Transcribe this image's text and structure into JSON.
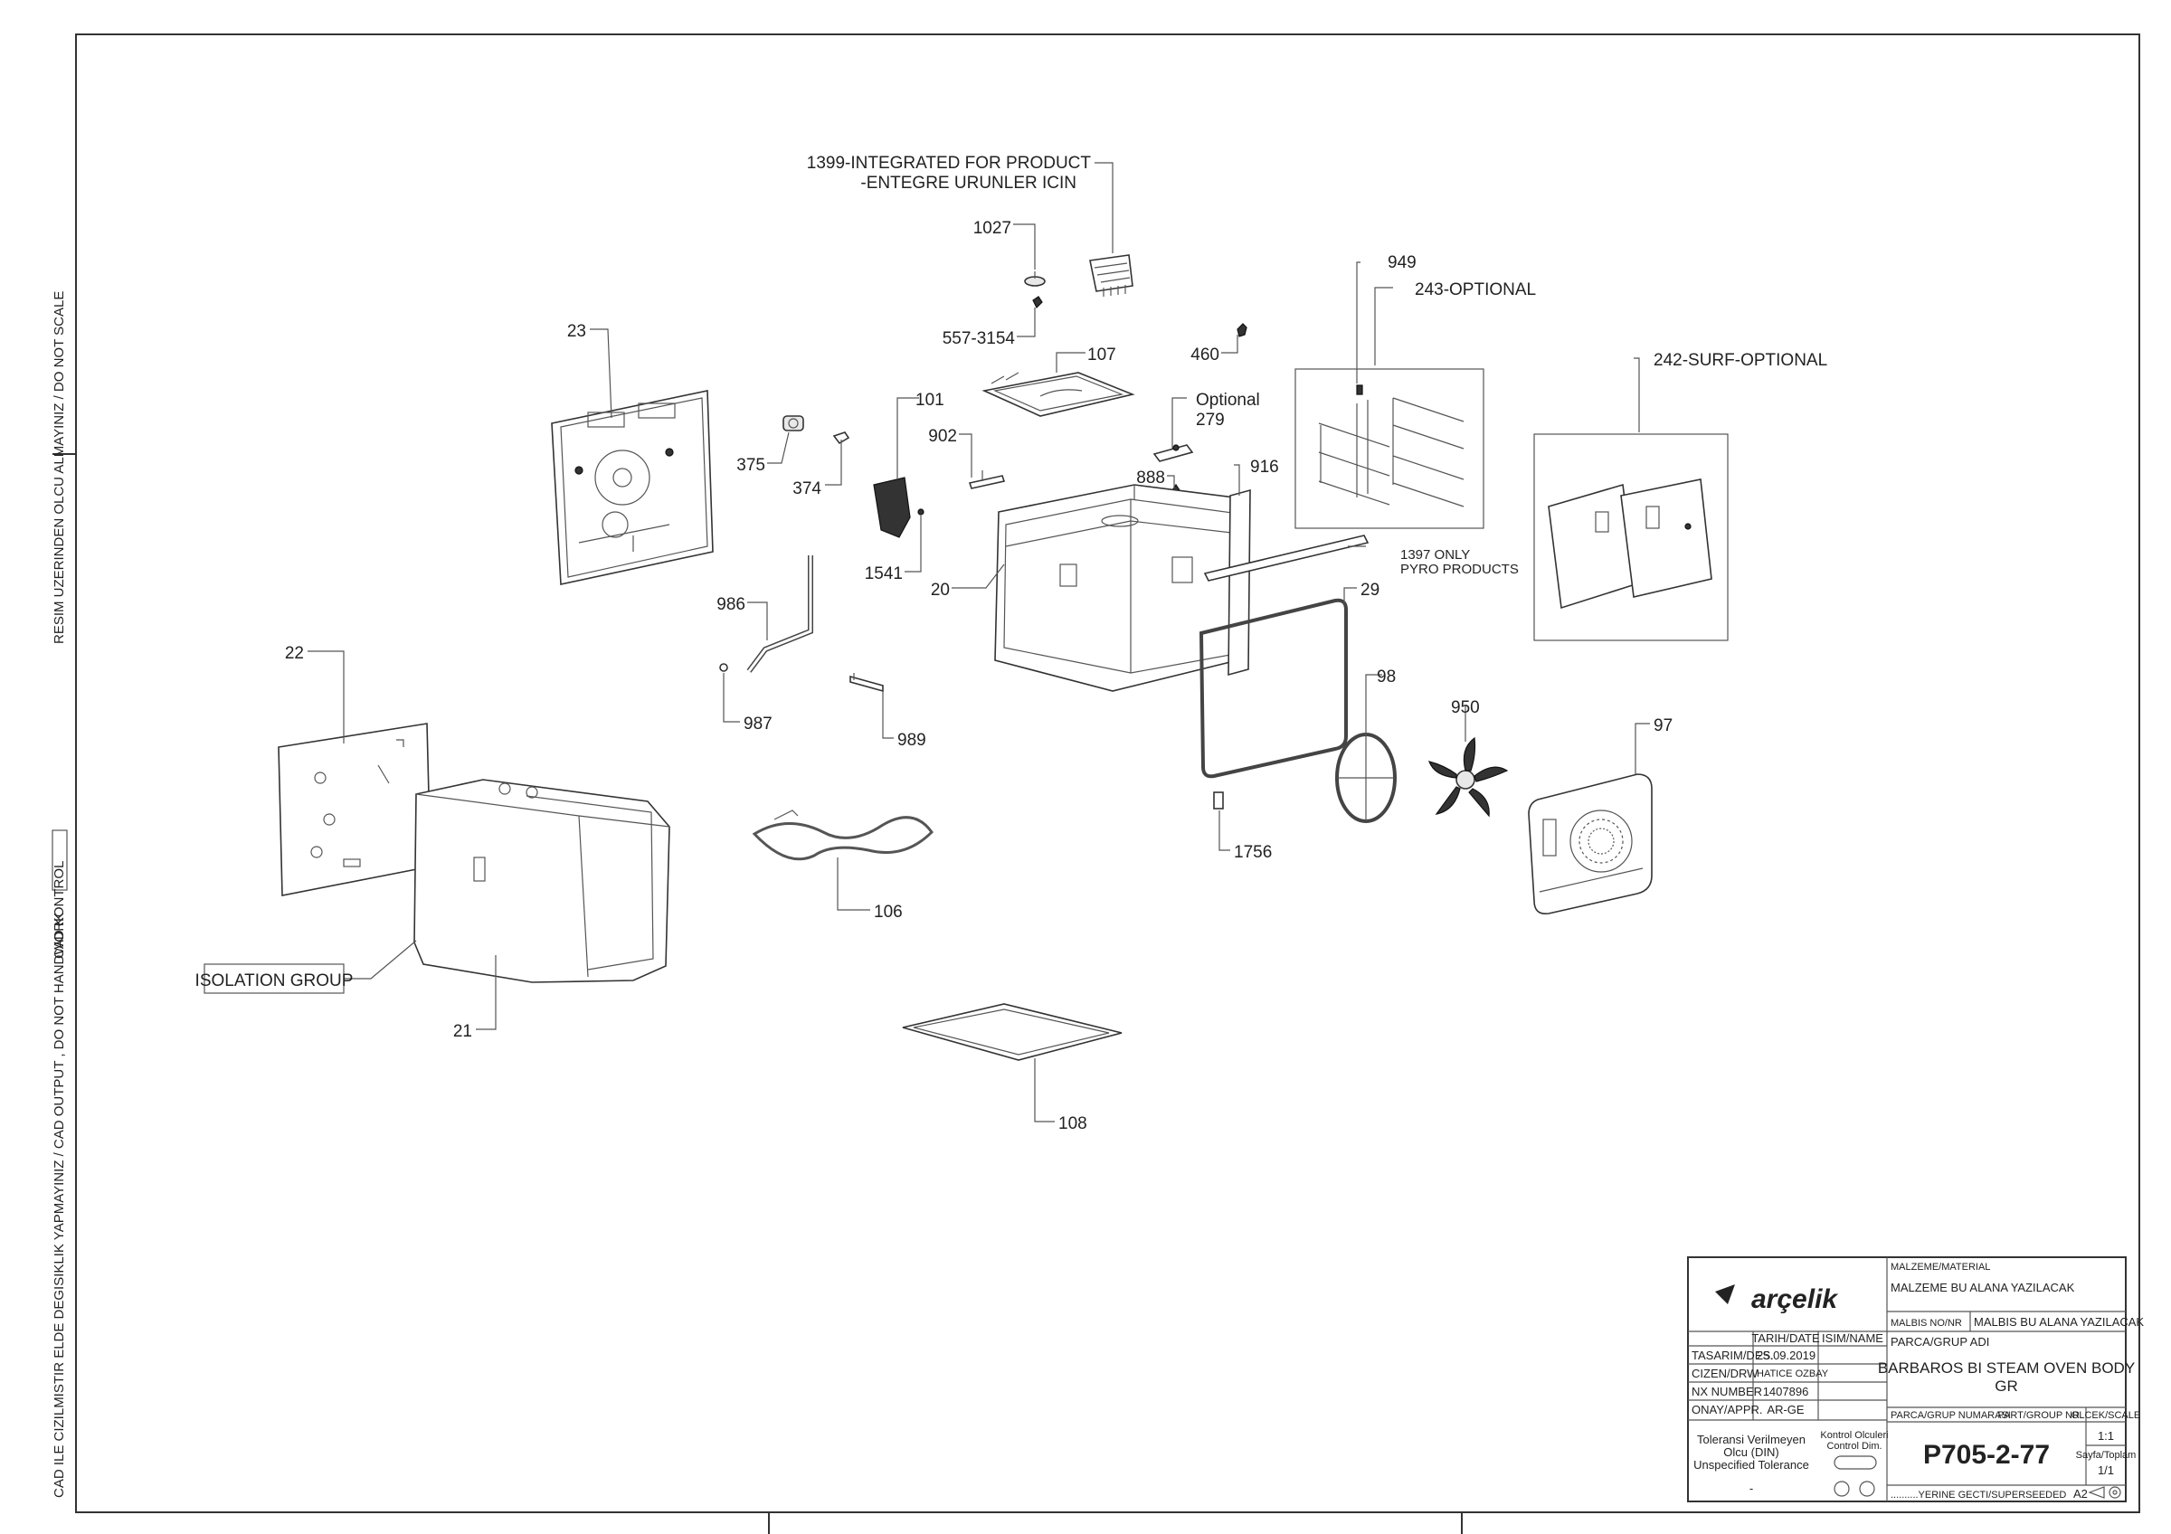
{
  "side_notes": {
    "top": "RESIM UZERINDEN OLCU ALMAYINIZ / DO NOT SCALE",
    "middle": "CAD KONTROL",
    "bottom": "CAD ILE CIZILMISTIR ELDE DEGISIKLIK YAPMAYINIZ / CAD OUTPUT , DO NOT HANDWORK"
  },
  "callouts": {
    "c1399_a": "1399-INTEGRATED FOR PRODUCT",
    "c1399_b": "-ENTEGRE URUNLER ICIN",
    "c1027": "1027",
    "c557": "557-3154",
    "c107": "107",
    "c460": "460",
    "c949": "949",
    "c243": "243-OPTIONAL",
    "c242": "242-SURF-OPTIONAL",
    "c23": "23",
    "c101": "101",
    "c375": "375",
    "c374": "374",
    "c902": "902",
    "c_opt_a": "Optional",
    "c_opt_b": "279",
    "c888": "888",
    "c916": "916",
    "c1541": "1541",
    "c20": "20",
    "c1397_a": "1397 ONLY",
    "c1397_b": "PYRO PRODUCTS",
    "c29": "29",
    "c986": "986",
    "c22": "22",
    "c987": "987",
    "c989": "989",
    "c98": "98",
    "c950": "950",
    "c97": "97",
    "c1756": "1756",
    "c106": "106",
    "c_iso": "ISOLATION GROUP",
    "c21": "21",
    "c108": "108"
  },
  "title_block": {
    "logo": "arçelik",
    "material_header": "MALZEME/MATERIAL",
    "material_value": "MALZEME BU ALANA YAZILACAK",
    "malbis_header": "MALBIS NO/NR",
    "malbis_value": "MALBIS BU ALANA YAZILACAK",
    "part_name_header": "PARCA/GRUP ADI",
    "part_name_line1": "BARBAROS BI STEAM OVEN BODY",
    "part_name_line2": "GR",
    "date_header": "TARIH/DATE",
    "name_header": "ISIM/NAME",
    "design_label": "TASARIM/DES.",
    "design_date": "25.09.2019",
    "drawn_label": "CIZEN/DRW",
    "drawn_name": "HATICE OZBAY",
    "nx_label": "NX NUMBER",
    "nx_value": "1407896",
    "approval_label": "ONAY/APPR.",
    "approval_value": "AR-GE",
    "tolerance_line1": "Toleransi Verilmeyen",
    "tolerance_line2": "Olcu (DIN)",
    "tolerance_line3": "Unspecified Tolerance",
    "tolerance_dash": "-",
    "control_line1": "Kontrol Olculeri",
    "control_line2": "Control Dim.",
    "part_no_header": "PARCA/GRUP NUMARASI",
    "part_no_header_en": "PART/GROUP NR.",
    "scale_header": "OLCEK/SCALE",
    "part_no_value": "P705-2-77",
    "scale_value": "1:1",
    "page_header": "Sayfa/Toplam",
    "page_value": "1/1",
    "superseded": "..........YERINE GECTI/SUPERSEEDED",
    "size": "A2"
  }
}
